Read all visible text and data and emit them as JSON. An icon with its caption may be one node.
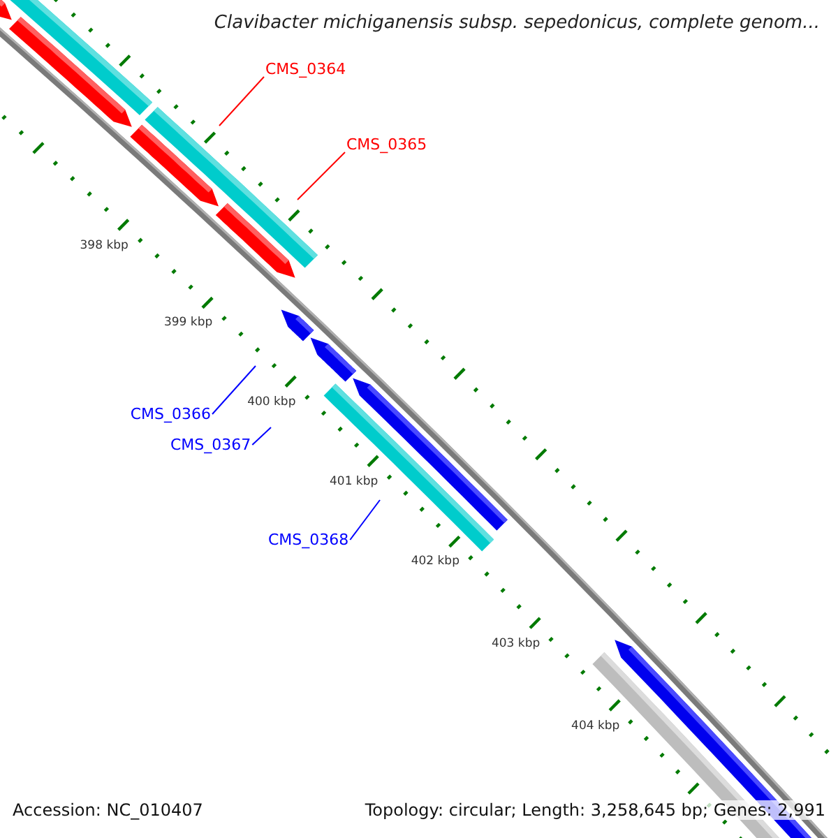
{
  "diagram": {
    "title": "Clavibacter michiganensis subsp. sepedonicus, complete genom...",
    "nodes": [
      {
        "text": [
          "CMS_0364"
        ]
      },
      {
        "text": [
          "CMS_0365"
        ]
      },
      {
        "text": [
          "CMS_0366"
        ]
      },
      {
        "text": [
          "CMS_0367"
        ]
      },
      {
        "text": [
          "CMS_0368"
        ]
      }
    ],
    "edges": [
      {
        "from": 0,
        "to": null,
        "arrow": "none",
        "color": "#ff0000"
      },
      {
        "from": 1,
        "to": null,
        "arrow": "none",
        "color": "#ff0000"
      },
      {
        "from": 2,
        "to": null,
        "arrow": "none"
      },
      {
        "from": 3,
        "to": null,
        "arrow": "none"
      },
      {
        "from": 4,
        "to": null,
        "arrow": "none"
      }
    ],
    "labels": [
      "398 kbp",
      "399 kbp",
      "400 kbp",
      "401 kbp",
      "402 kbp",
      "403 kbp",
      "404 kbp",
      "Accession: NC_010407",
      "Topology: circular; Length: 3,258,645 bp; Genes: 2,991"
    ]
  }
}
